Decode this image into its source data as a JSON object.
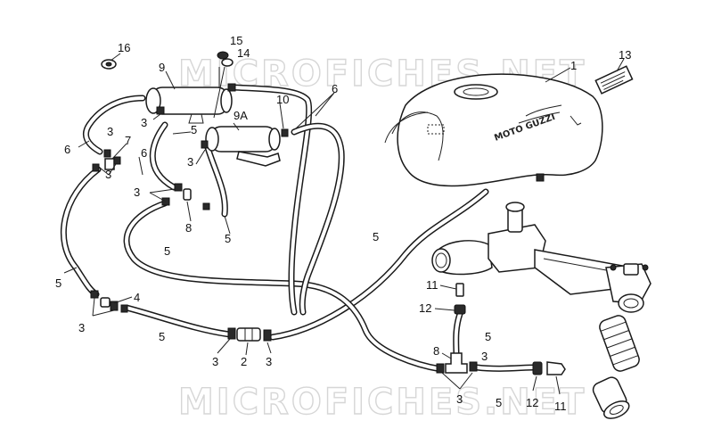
{
  "watermark": {
    "text": "MICROFICHES.NET"
  },
  "tank": {
    "brand": "MOTO GUZZI"
  },
  "callouts": [
    {
      "id": "c-1",
      "text": "1"
    },
    {
      "id": "c-13",
      "text": "13"
    },
    {
      "id": "c-16",
      "text": "16"
    },
    {
      "id": "c-15",
      "text": "15"
    },
    {
      "id": "c-14",
      "text": "14"
    },
    {
      "id": "c-9",
      "text": "9"
    },
    {
      "id": "c-10",
      "text": "10"
    },
    {
      "id": "c-6a",
      "text": "6"
    },
    {
      "id": "c-9a",
      "text": "9A"
    },
    {
      "id": "c-3a",
      "text": "3"
    },
    {
      "id": "c-5a",
      "text": "5"
    },
    {
      "id": "c-6b",
      "text": "6"
    },
    {
      "id": "c-3b",
      "text": "3"
    },
    {
      "id": "c-7",
      "text": "7"
    },
    {
      "id": "c-6c",
      "text": "6"
    },
    {
      "id": "c-3c",
      "text": "3"
    },
    {
      "id": "c-3d",
      "text": "3"
    },
    {
      "id": "c-3e",
      "text": "3"
    },
    {
      "id": "c-8a",
      "text": "8"
    },
    {
      "id": "c-5b",
      "text": "5"
    },
    {
      "id": "c-5c",
      "text": "5"
    },
    {
      "id": "c-5d",
      "text": "5"
    },
    {
      "id": "c-5e",
      "text": "5"
    },
    {
      "id": "c-4",
      "text": "4"
    },
    {
      "id": "c-3f",
      "text": "3"
    },
    {
      "id": "c-5f",
      "text": "5"
    },
    {
      "id": "c-3g",
      "text": "3"
    },
    {
      "id": "c-2",
      "text": "2"
    },
    {
      "id": "c-3h",
      "text": "3"
    },
    {
      "id": "c-11a",
      "text": "11"
    },
    {
      "id": "c-12a",
      "text": "12"
    },
    {
      "id": "c-5g",
      "text": "5"
    },
    {
      "id": "c-8b",
      "text": "8"
    },
    {
      "id": "c-3i",
      "text": "3"
    },
    {
      "id": "c-3j",
      "text": "3"
    },
    {
      "id": "c-5h",
      "text": "5"
    },
    {
      "id": "c-12b",
      "text": "12"
    },
    {
      "id": "c-11b",
      "text": "11"
    }
  ]
}
